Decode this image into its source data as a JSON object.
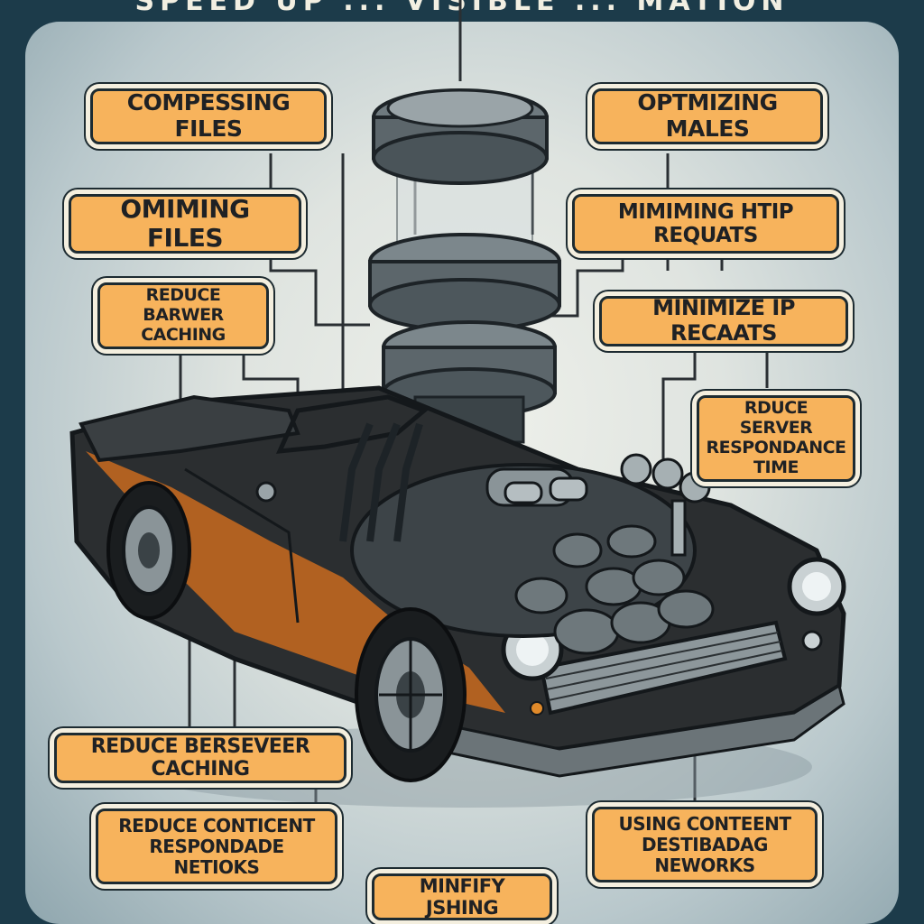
{
  "title": "SPEED UP ... VISIBLE ... MATION",
  "labels": {
    "top_left": "COMPESSING FILES",
    "top_right": "OPTMIZING MALES",
    "mid_left": "OMIMING FILES",
    "mid_right": "MIMIMING HTIP REQUATS",
    "browser_caching": "REDUCE BARWER CACHING",
    "minimize_ip": "MINIMIZE IP RECAATS",
    "server_response": "RDUCE SERVER RESPONDANCE TIME",
    "server_caching": "REDUCE BERSEVEER CACHING",
    "content_networks_left": "REDUCE CONTICENT RESPONDADE NETIOKS",
    "content_networks_right": "USING CONTEENT DESTIBADAG NEWORKS",
    "minify": "MINFIFY JSHING"
  },
  "colors": {
    "frame": "#1c3b4a",
    "label_fill": "#f7b35c",
    "car_body": "#2b2e30",
    "car_accent": "#c96a1e"
  }
}
